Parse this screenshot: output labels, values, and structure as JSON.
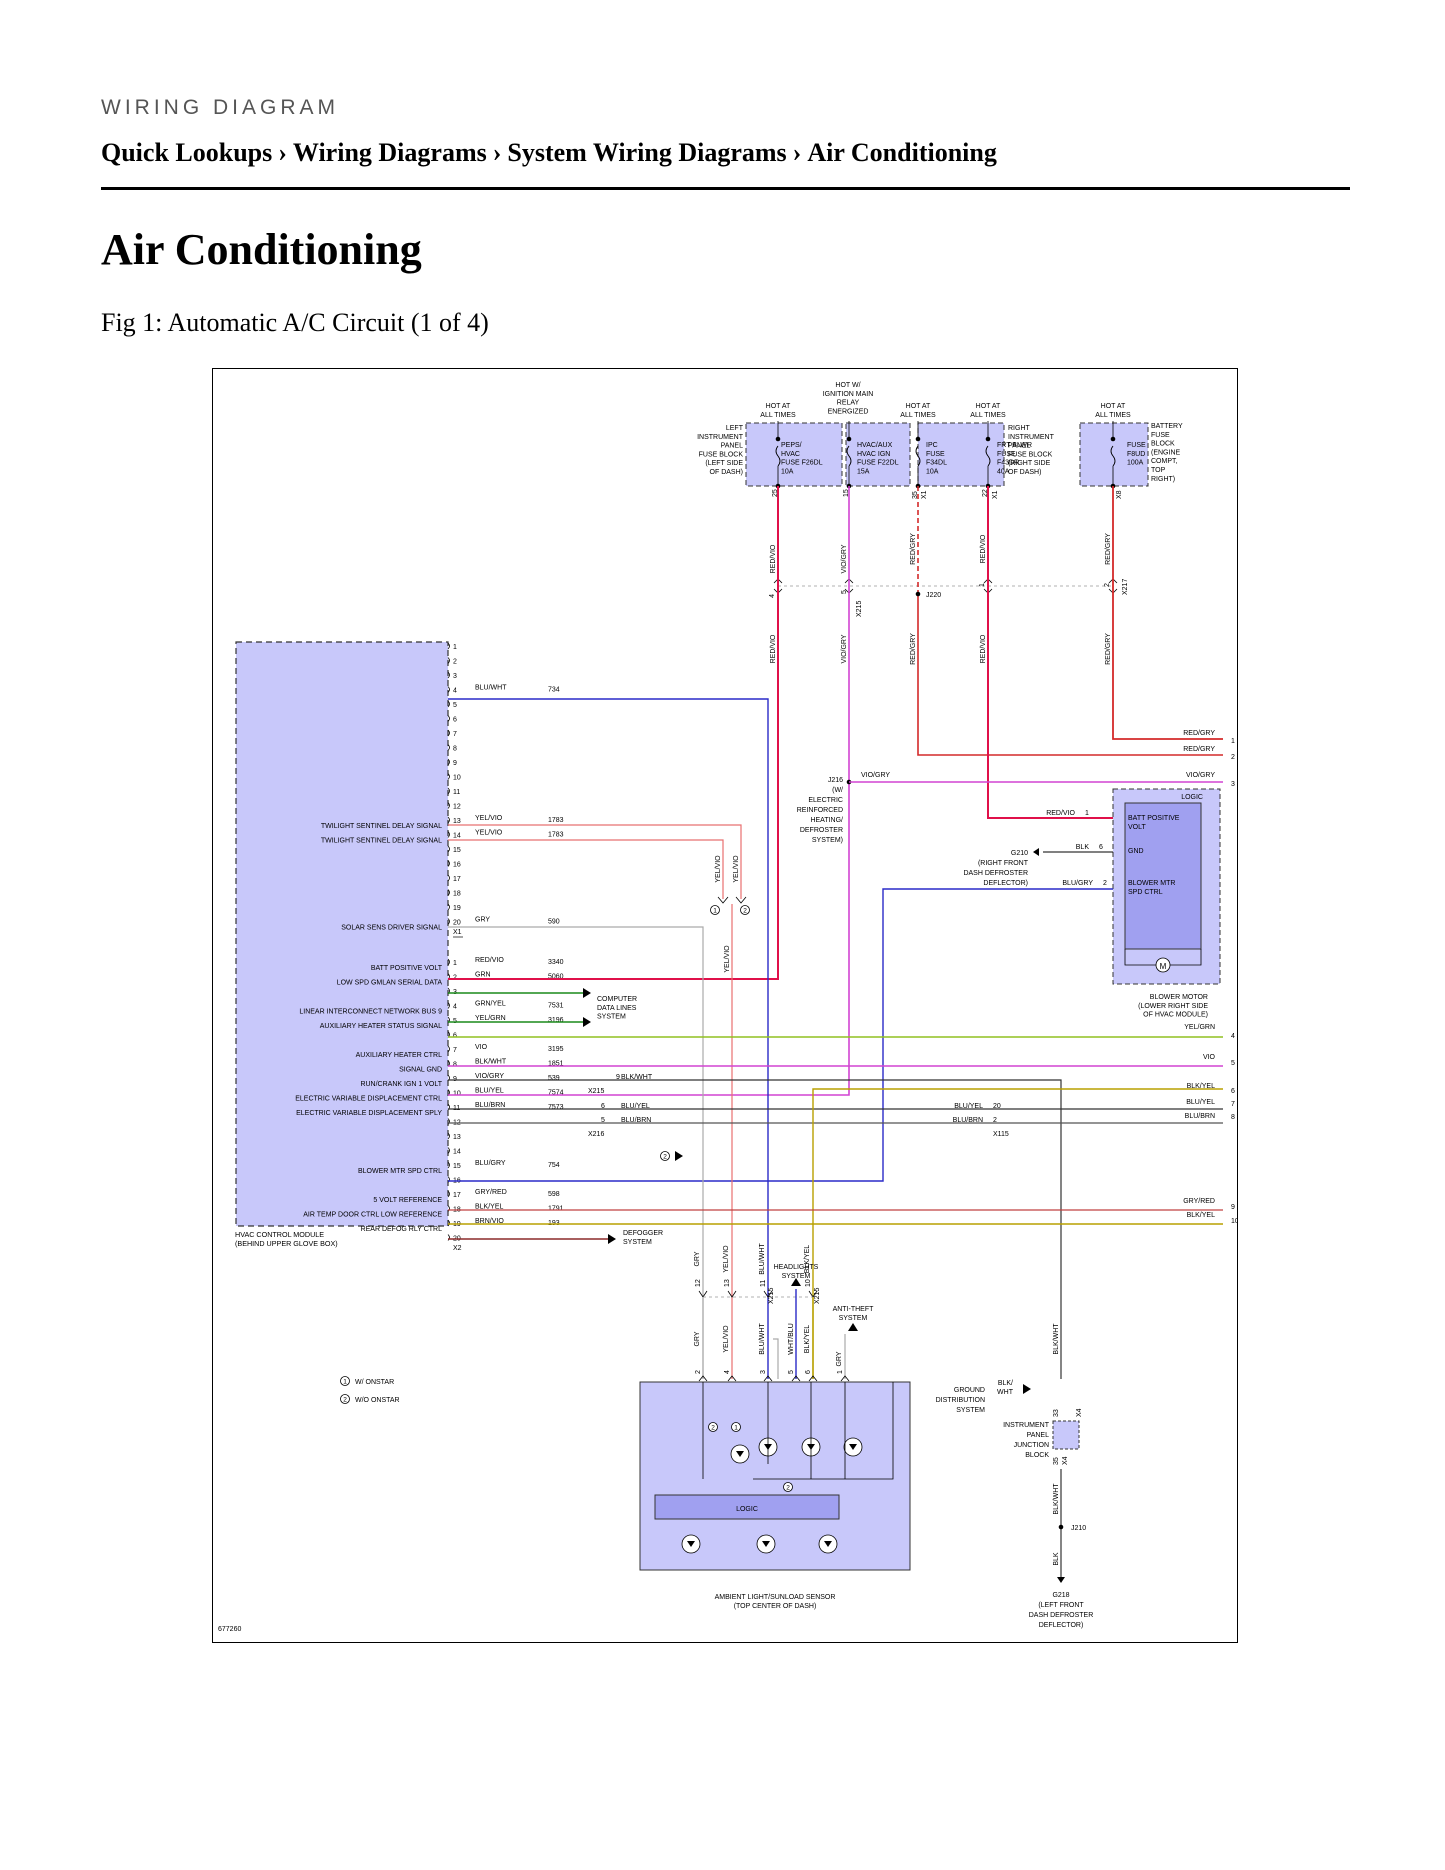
{
  "header": {
    "kicker": "WIRING DIAGRAM",
    "breadcrumbs": [
      "Quick Lookups",
      "Wiring Diagrams",
      "System Wiring Diagrams",
      "Air Conditioning"
    ],
    "separator": "›"
  },
  "page_title": "Air Conditioning",
  "figure_caption": "Fig 1: Automatic A/C Circuit (1 of 4)",
  "diagram": {
    "diagram_id": "677260",
    "module": {
      "name_line1": "HVAC CONTROL MODULE",
      "name_line2": "(BEHIND UPPER GLOVE BOX)",
      "connector_x1": "X1",
      "connector_x2": "X2",
      "x1_rows": [
        {
          "pin": "1",
          "label": "",
          "wire": "",
          "circuit": ""
        },
        {
          "pin": "2",
          "label": "",
          "wire": "",
          "circuit": ""
        },
        {
          "pin": "3",
          "label": "",
          "wire": "",
          "circuit": ""
        },
        {
          "pin": "4",
          "label": "",
          "wire": "BLU/WHT",
          "circuit": "734"
        },
        {
          "pin": "5",
          "label": "",
          "wire": "",
          "circuit": ""
        },
        {
          "pin": "6",
          "label": "",
          "wire": "",
          "circuit": ""
        },
        {
          "pin": "7",
          "label": "",
          "wire": "",
          "circuit": ""
        },
        {
          "pin": "8",
          "label": "",
          "wire": "",
          "circuit": ""
        },
        {
          "pin": "9",
          "label": "",
          "wire": "",
          "circuit": ""
        },
        {
          "pin": "10",
          "label": "",
          "wire": "",
          "circuit": ""
        },
        {
          "pin": "11",
          "label": "",
          "wire": "",
          "circuit": ""
        },
        {
          "pin": "12",
          "label": "",
          "wire": "",
          "circuit": ""
        },
        {
          "pin": "13",
          "label": "TWILIGHT SENTINEL DELAY SIGNAL",
          "wire": "YEL/VIO",
          "circuit": "1783"
        },
        {
          "pin": "14",
          "label": "TWILIGHT SENTINEL DELAY SIGNAL",
          "wire": "YEL/VIO",
          "circuit": "1783"
        },
        {
          "pin": "15",
          "label": "",
          "wire": "",
          "circuit": ""
        },
        {
          "pin": "16",
          "label": "",
          "wire": "",
          "circuit": ""
        },
        {
          "pin": "17",
          "label": "",
          "wire": "",
          "circuit": ""
        },
        {
          "pin": "18",
          "label": "",
          "wire": "",
          "circuit": ""
        },
        {
          "pin": "19",
          "label": "",
          "wire": "",
          "circuit": ""
        },
        {
          "pin": "20",
          "label": "SOLAR SENS DRIVER SIGNAL",
          "wire": "GRY",
          "circuit": "590"
        }
      ],
      "x2_rows": [
        {
          "pin": "1",
          "label": "BATT POSITIVE VOLT",
          "wire": "RED/VIO",
          "circuit": "3340"
        },
        {
          "pin": "2",
          "label": "LOW SPD GMLAN SERIAL DATA",
          "wire": "GRN",
          "circuit": "5060"
        },
        {
          "pin": "3",
          "label": "",
          "wire": "",
          "circuit": ""
        },
        {
          "pin": "4",
          "label": "LINEAR INTERCONNECT NETWORK BUS 9",
          "wire": "GRN/YEL",
          "circuit": "7531"
        },
        {
          "pin": "5",
          "label": "AUXILIARY HEATER STATUS SIGNAL",
          "wire": "YEL/GRN",
          "circuit": "3196"
        },
        {
          "pin": "6",
          "label": "",
          "wire": "",
          "circuit": ""
        },
        {
          "pin": "7",
          "label": "AUXILIARY HEATER CTRL",
          "wire": "VIO",
          "circuit": "3195"
        },
        {
          "pin": "8",
          "label": "SIGNAL GND",
          "wire": "BLK/WHT",
          "circuit": "1851"
        },
        {
          "pin": "9",
          "label": "RUN/CRANK IGN 1 VOLT",
          "wire": "VIO/GRY",
          "circuit": "539"
        },
        {
          "pin": "10",
          "label": "ELECTRIC VARIABLE DISPLACEMENT CTRL",
          "wire": "BLU/YEL",
          "circuit": "7574"
        },
        {
          "pin": "11",
          "label": "ELECTRIC VARIABLE DISPLACEMENT SPLY",
          "wire": "BLU/BRN",
          "circuit": "7573"
        },
        {
          "pin": "12",
          "label": "",
          "wire": "",
          "circuit": ""
        },
        {
          "pin": "13",
          "label": "",
          "wire": "",
          "circuit": ""
        },
        {
          "pin": "14",
          "label": "",
          "wire": "",
          "circuit": ""
        },
        {
          "pin": "15",
          "label": "BLOWER MTR SPD CTRL",
          "wire": "BLU/GRY",
          "circuit": "754"
        },
        {
          "pin": "16",
          "label": "",
          "wire": "",
          "circuit": ""
        },
        {
          "pin": "17",
          "label": "5 VOLT REFERENCE",
          "wire": "GRY/RED",
          "circuit": "598"
        },
        {
          "pin": "18",
          "label": "AIR TEMP DOOR CTRL LOW REFERENCE",
          "wire": "BLK/YEL",
          "circuit": "1791"
        },
        {
          "pin": "19",
          "label": "REAR DEFOG RLY CTRL",
          "wire": "BRN/VIO",
          "circuit": "193"
        },
        {
          "pin": "20",
          "label": "",
          "wire": "",
          "circuit": ""
        }
      ]
    },
    "top_sources": {
      "left_panel": [
        "LEFT",
        "INSTRUMENT",
        "PANEL",
        "FUSE BLOCK",
        "(LEFT SIDE",
        "OF DASH)"
      ],
      "right_panel": [
        "RIGHT",
        "INSTRUMENT",
        "PANEL",
        "FUSE BLOCK",
        "(RIGHT SIDE",
        "OF DASH)"
      ],
      "battery_block": [
        "BATTERY",
        "FUSE",
        "BLOCK",
        "(ENGINE",
        "COMPT,",
        "TOP",
        "RIGHT)"
      ],
      "hot1": [
        "HOT AT",
        "ALL TIMES"
      ],
      "hot2": [
        "HOT W/",
        "IGNITION MAIN",
        "RELAY",
        "ENERGIZED"
      ],
      "hot3": [
        "HOT AT",
        "ALL TIMES"
      ],
      "hot4": [
        "HOT AT",
        "ALL TIMES"
      ],
      "hot5": [
        "HOT AT",
        "ALL TIMES"
      ],
      "fuse1": [
        "PEPS/",
        "HVAC",
        "FUSE F26DL",
        "10A"
      ],
      "fuse2": [
        "HVAC/AUX",
        "HVAC IGN",
        "FUSE F22DL",
        "15A"
      ],
      "fuse3": [
        "IPC",
        "FUSE",
        "F34DL",
        "10A"
      ],
      "fuse4": [
        "FRT BLWR",
        "FUSE",
        "F43DR",
        "40A"
      ],
      "fuse5": [
        "FUSE",
        "F8UD",
        "100A"
      ],
      "pins": [
        "25",
        "15",
        "35",
        "22",
        "X8"
      ],
      "x1": "X1"
    },
    "wire_labels": {
      "red_vio": "RED/VIO",
      "vio_gry": "VIO/GRY",
      "red_gry": "RED/GRY",
      "yel_vio": "YEL/VIO",
      "gry": "GRY",
      "blu_wht": "BLU/WHT",
      "wht_blu": "WHT/BLU",
      "blk_yel": "BLK/YEL",
      "blk_wht": "BLK/WHT",
      "blk": "BLK",
      "blu_gry": "BLU/GRY",
      "yel_grn": "YEL/GRN",
      "vio": "VIO",
      "blu_yel": "BLU/YEL",
      "blu_brn": "BLU/BRN",
      "gry_red": "GRY/RED",
      "blk_wht_split": [
        "BLK/",
        "WHT"
      ]
    },
    "splices": {
      "j220": "J220",
      "j216": [
        "J216",
        "(W/",
        "ELECTRIC",
        "REINFORCED",
        "HEATING/",
        "DEFROSTER",
        "SYSTEM)"
      ],
      "j210": "J210",
      "x215": "X215",
      "x216": "X216",
      "x217": "X217",
      "x115": "X115",
      "x4": "X4"
    },
    "right_pins": [
      "1",
      "2",
      "3",
      "4",
      "5",
      "6",
      "7",
      "8",
      "9",
      "10"
    ],
    "blower_motor": {
      "logic": "LOGIC",
      "batt_pos": [
        "BATT POSITIVE",
        "VOLT"
      ],
      "gnd": "GND",
      "spd_ctrl": [
        "BLOWER MTR",
        "SPD CTRL"
      ],
      "motor": "M",
      "name": [
        "BLOWER MOTOR",
        "(LOWER RIGHT SIDE",
        "OF HVAC MODULE)"
      ]
    },
    "g210": [
      "G210",
      "(RIGHT FRONT",
      "DASH DEFROSTER",
      "DEFLECTOR)"
    ],
    "g218": [
      "G218",
      "(LEFT FRONT",
      "DASH DEFROSTER",
      "DEFLECTOR)"
    ],
    "computer_data": [
      "COMPUTER",
      "DATA LINES",
      "SYSTEM"
    ],
    "defogger": [
      "DEFOGGER",
      "SYSTEM"
    ],
    "headlights": [
      "HEADLIGHTS",
      "SYSTEM"
    ],
    "antitheft": [
      "ANTI-THEFT",
      "SYSTEM"
    ],
    "ground_dist": [
      "GROUND",
      "DISTRIBUTION",
      "SYSTEM"
    ],
    "ipjb": [
      "INSTRUMENT",
      "PANEL",
      "JUNCTION",
      "BLOCK"
    ],
    "sensor": {
      "logic": "LOGIC",
      "name": [
        "AMBIENT LIGHT/SUNLOAD SENSOR",
        "(TOP CENTER OF DASH)"
      ]
    },
    "legend": {
      "c1": "1",
      "c2": "2",
      "with_onstar": "W/ ONSTAR",
      "without_onstar": "W/O ONSTAR"
    },
    "colors": {
      "module_fill": "#c8c8fa",
      "module_dark": "#a0a0f0",
      "red_vio": "#e0104a",
      "red_gry": "#d42a2a",
      "vio_gry": "#d244d2",
      "yel_vio": "#e87070",
      "gry": "#aaaaaa",
      "blu": "#2a2ac8",
      "grn": "#1a8a1a",
      "yel_grn": "#90c020",
      "blk": "#333333",
      "blk_yel": "#b8a000",
      "gry_red": "#c04040"
    }
  }
}
